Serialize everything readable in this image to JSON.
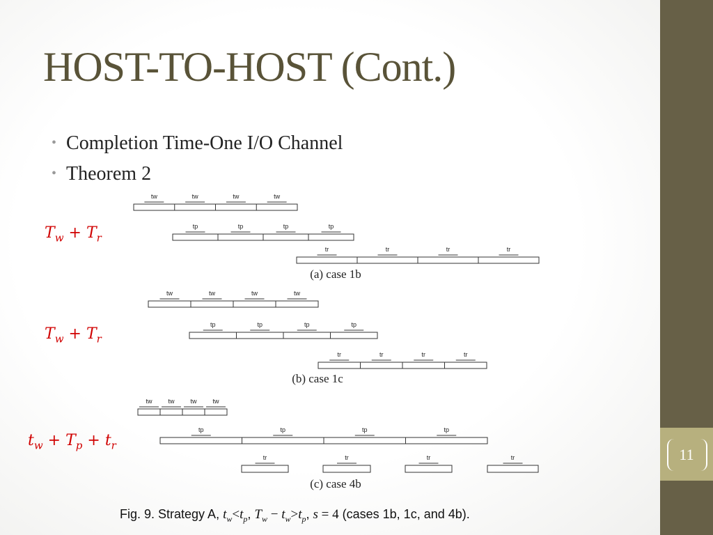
{
  "slide": {
    "title": "HOST-TO-HOST (Cont.)",
    "bullets": [
      "Completion Time-One I/O Channel",
      "Theorem 2"
    ],
    "page_number": "11"
  },
  "formulas": {
    "a": {
      "left": "T",
      "left_sub": "w",
      "op": " + ",
      "right": "T",
      "right_sub": "r"
    },
    "b": {
      "left": "T",
      "left_sub": "w",
      "op": " + ",
      "right": "T",
      "right_sub": "r"
    },
    "c": {
      "p1": "t",
      "p1_sub": "w",
      "op1": " + ",
      "p2": "T",
      "p2_sub": "p",
      "op2": " + ",
      "p3": "t",
      "p3_sub": "r"
    }
  },
  "figure": {
    "case_a_label": "(a)  case 1b",
    "case_b_label": "(b)  case 1c",
    "case_c_label": "(c)  case 4b",
    "segment_labels": {
      "tw": "tw",
      "tp": "tp",
      "tr": "tr"
    }
  },
  "caption": {
    "prefix": "Fig. 9. Strategy A, ",
    "c1_var": "t",
    "c1_sub": "w",
    "c1_op": "<",
    "c1_var2": "t",
    "c1_sub2": "p",
    "sep1": ", ",
    "c2_var": "T",
    "c2_sub": "w",
    "c2_op": " − ",
    "c2_var2": "t",
    "c2_sub2": "w",
    "c2_op2": ">",
    "c2_var3": "t",
    "c2_sub3": "p",
    "sep2": ", ",
    "c3_var": "s",
    "c3_op": " = ",
    "c3_val": "4",
    "suffix": " (cases 1b, 1c, and 4b)."
  },
  "colors": {
    "title": "#595338",
    "right_bar": "#676047",
    "page_box": "#b7b07e",
    "formula": "#d00000"
  }
}
